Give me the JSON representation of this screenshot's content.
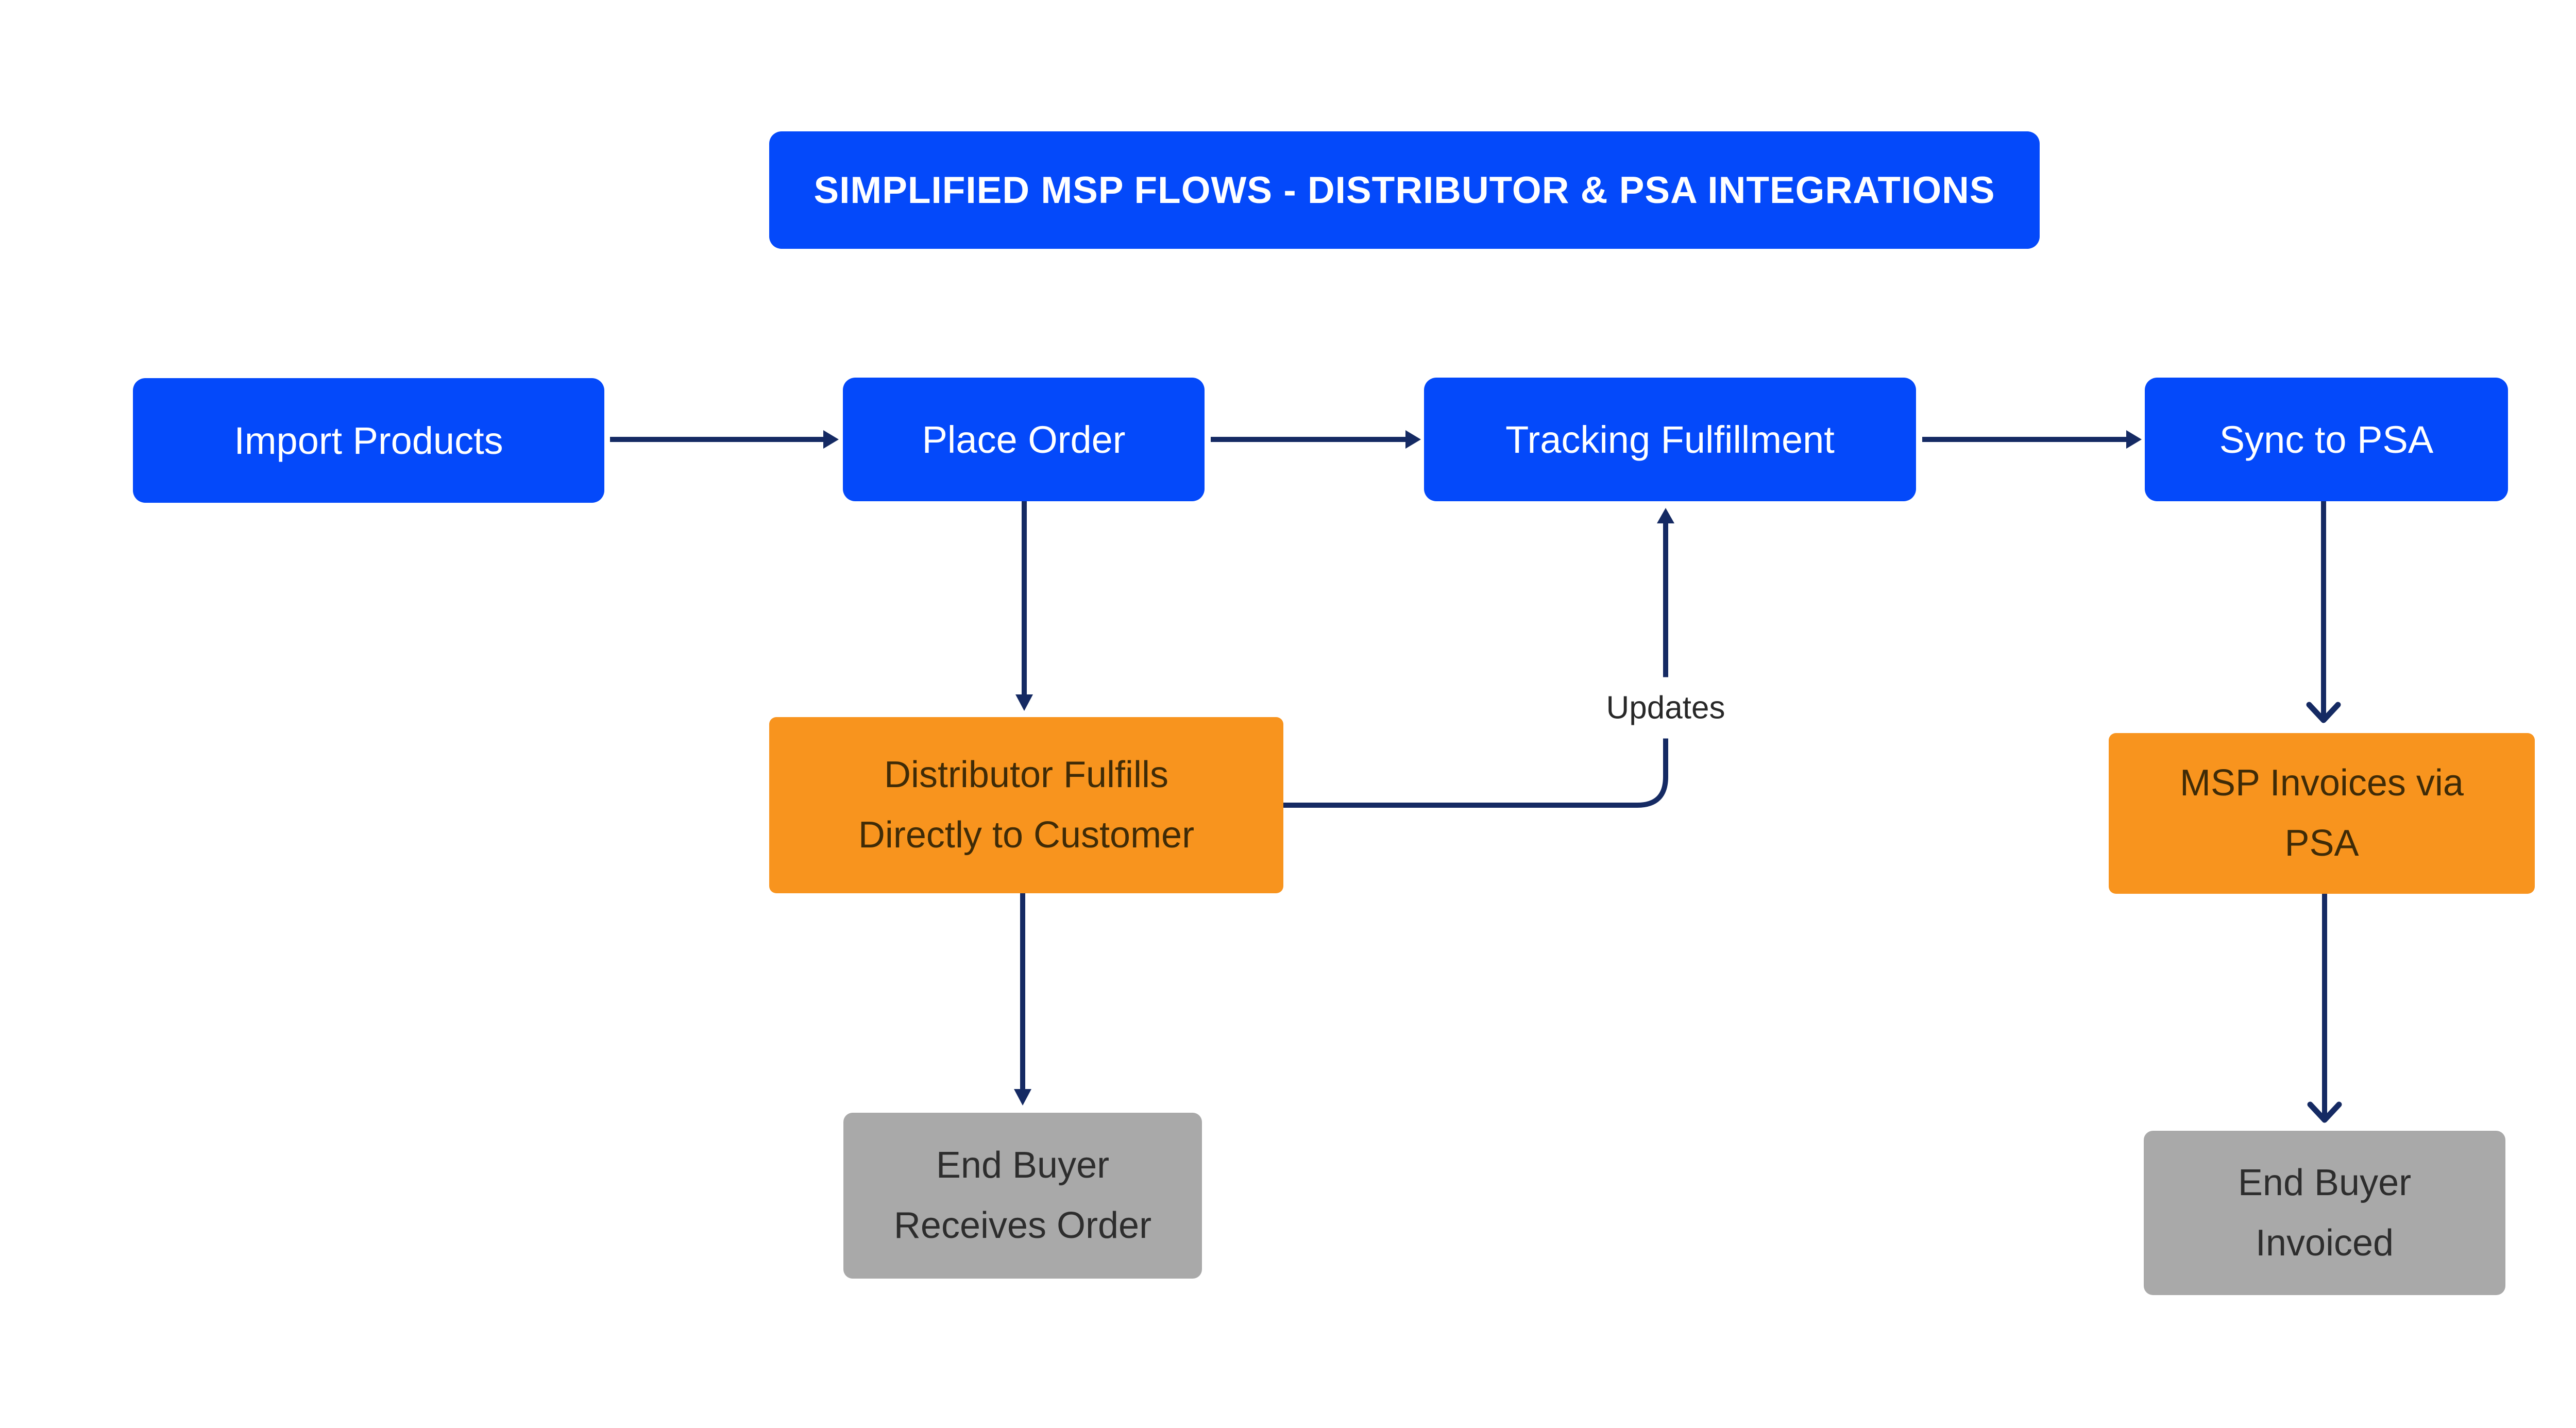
{
  "diagram": {
    "title": "SIMPLIFIED MSP FLOWS - DISTRIBUTOR & PSA INTEGRATIONS",
    "nodes": {
      "import_products": {
        "label": "Import Products",
        "type": "process"
      },
      "place_order": {
        "label": "Place Order",
        "type": "process"
      },
      "tracking_fulfillment": {
        "label": "Tracking Fulfillment",
        "type": "process"
      },
      "sync_to_psa": {
        "label": "Sync to PSA",
        "type": "process"
      },
      "distributor_fulfills": {
        "label": "Distributor Fulfills\nDirectly to Customer",
        "type": "external"
      },
      "msp_invoices": {
        "label": "MSP Invoices via\nPSA",
        "type": "external"
      },
      "end_buyer_receives": {
        "label": "End Buyer\nReceives Order",
        "type": "terminal"
      },
      "end_buyer_invoiced": {
        "label": "End Buyer\nInvoiced",
        "type": "terminal"
      }
    },
    "edges": [
      {
        "from": "import_products",
        "to": "place_order",
        "label": ""
      },
      {
        "from": "place_order",
        "to": "tracking_fulfillment",
        "label": ""
      },
      {
        "from": "tracking_fulfillment",
        "to": "sync_to_psa",
        "label": ""
      },
      {
        "from": "place_order",
        "to": "distributor_fulfills",
        "label": ""
      },
      {
        "from": "distributor_fulfills",
        "to": "end_buyer_receives",
        "label": ""
      },
      {
        "from": "distributor_fulfills",
        "to": "tracking_fulfillment",
        "label": "Updates"
      },
      {
        "from": "sync_to_psa",
        "to": "msp_invoices",
        "label": ""
      },
      {
        "from": "msp_invoices",
        "to": "end_buyer_invoiced",
        "label": ""
      }
    ],
    "edge_labels": {
      "updates": "Updates"
    },
    "colors": {
      "process_fill": "#0449FA",
      "process_text": "#FFFFFF",
      "external_fill": "#F8941E",
      "external_text": "#3F2B07",
      "terminal_fill": "#A9A9A9",
      "terminal_text": "#2D2D2D",
      "connector": "#152A63",
      "title_fill": "#0449FA",
      "title_text": "#FFFFFF",
      "background": "#FFFFFF"
    }
  }
}
